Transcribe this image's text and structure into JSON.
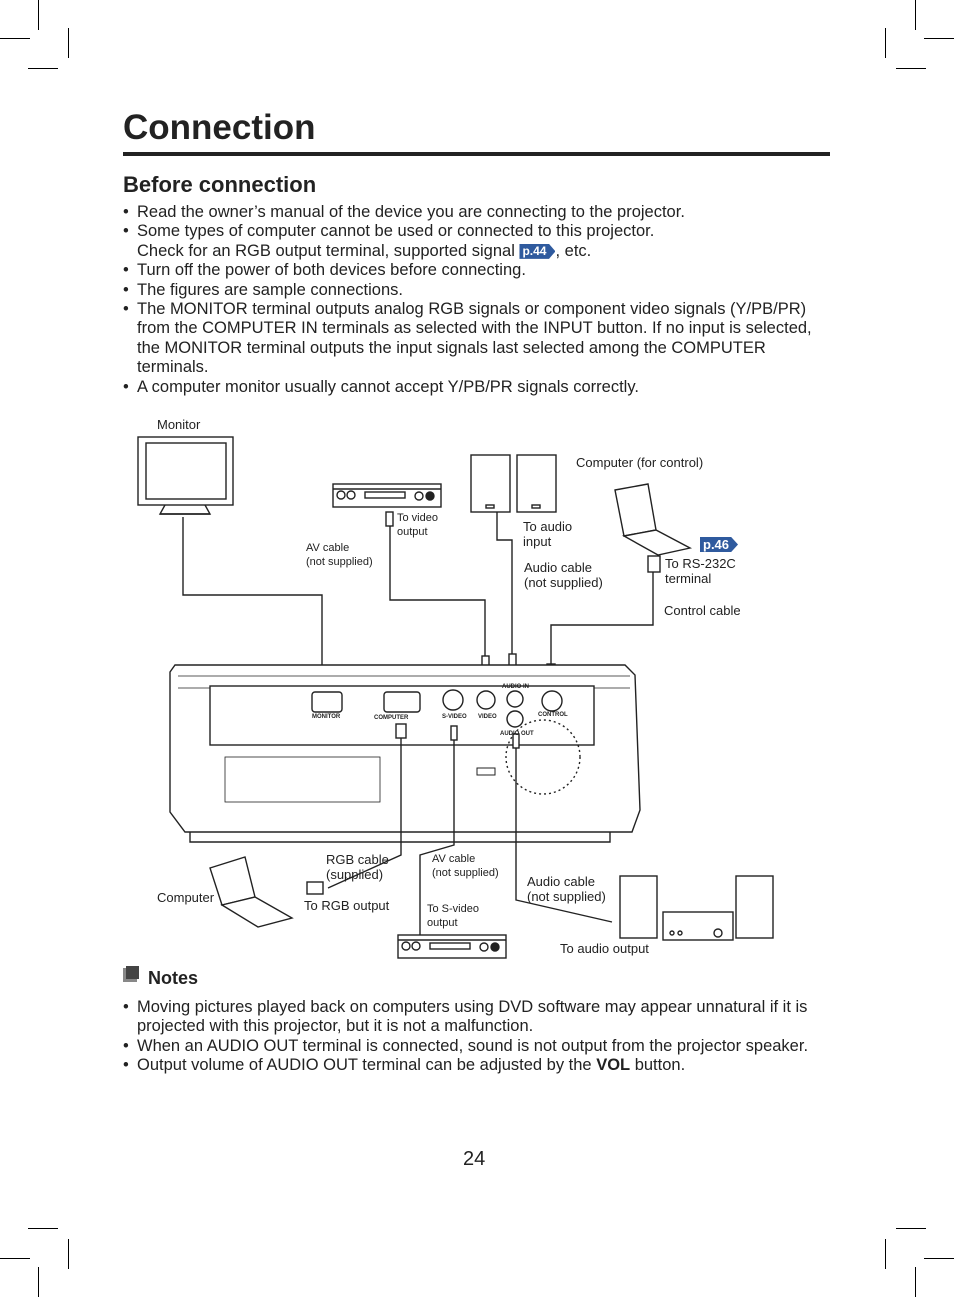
{
  "title": "Connection",
  "section_heading": "Before connection",
  "before_items": [
    {
      "text": "Read the owner’s manual of the device you are connecting to the projector."
    },
    {
      "line1": "Some types of computer cannot be used or connected to this projector.",
      "line2_pre": "Check for an RGB output terminal, supported signal ",
      "ref": "p.44",
      "line2_post": ", etc."
    },
    {
      "text": "Turn off the power of both devices before connecting."
    },
    {
      "text": "The figures are sample connections."
    },
    {
      "text": "The MONITOR terminal outputs analog RGB signals or component video signals (Y/PB/PR) from the COMPUTER IN terminals as selected with the INPUT button. If no input is selected, the MONITOR terminal outputs the input signals last selected among the COMPUTER terminals."
    },
    {
      "text": "A computer monitor usually cannot accept Y/PB/PR signals correctly."
    }
  ],
  "diagram": {
    "monitor": "Monitor",
    "computer_control": "Computer (for control)",
    "to_video_output": [
      "To video",
      "output"
    ],
    "av_cable_top": [
      "AV cable",
      "(not supplied)"
    ],
    "to_audio_input": [
      "To audio",
      "input"
    ],
    "audio_cable_top": [
      "Audio cable",
      "(not supplied)"
    ],
    "ref_p46": "p.46",
    "to_rs232c": [
      "To RS-232C",
      "terminal"
    ],
    "control_cable": "Control cable",
    "panel": {
      "monitor": "MONITOR",
      "computer": "COMPUTER",
      "svideo": "S-VIDEO",
      "video": "VIDEO",
      "audio_in": "AUDIO IN",
      "audio_out": "AUDIO OUT",
      "control": "CONTROL"
    },
    "rgb_cable": [
      "RGB cable",
      "(supplied)"
    ],
    "av_cable_bottom": [
      "AV cable",
      "(not supplied)"
    ],
    "computer": "Computer",
    "to_rgb_output": "To RGB output",
    "to_svideo_output": [
      "To S-video",
      "output"
    ],
    "audio_cable_bottom": [
      "Audio cable",
      "(not supplied)"
    ],
    "to_audio_output": "To audio output"
  },
  "notes_heading": "Notes",
  "notes": [
    "Moving pictures played back on computers using DVD software may appear unnatural if it is projected with this projector, but it is not a malfunction.",
    "When an AUDIO OUT terminal is connected, sound is not output from the projector speaker."
  ],
  "note3": {
    "pre": "Output volume of AUDIO OUT terminal can be adjusted by the ",
    "bold": "VOL",
    "post": " button."
  },
  "page_number": "24"
}
